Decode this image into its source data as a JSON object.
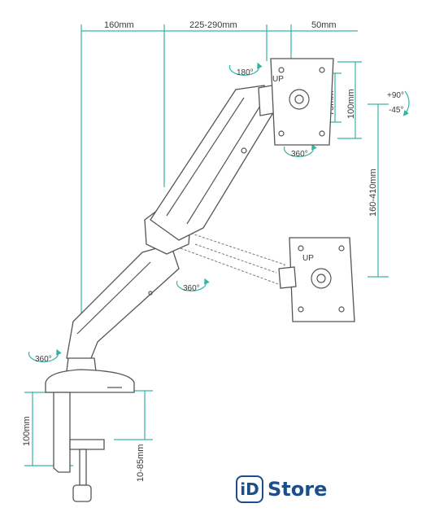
{
  "dimensions": {
    "top_left": "160mm",
    "top_middle": "225-290mm",
    "top_right": "50mm",
    "vesa_small": "75mm",
    "vesa_large": "100mm",
    "height_range": "160-410mm",
    "clamp_height": "100mm",
    "desk_thickness": "10-85mm"
  },
  "rotations": {
    "top": "180°",
    "head": "360°",
    "elbow": "360°",
    "base": "360°",
    "tilt_up": "+90°",
    "tilt_down": "-45°",
    "up_mark_1": "UP",
    "up_mark_2": "UP"
  },
  "logo": {
    "badge": "iD",
    "name": "Store"
  },
  "colors": {
    "accent": "#37b3a4",
    "brand": "#1a4f8c"
  }
}
